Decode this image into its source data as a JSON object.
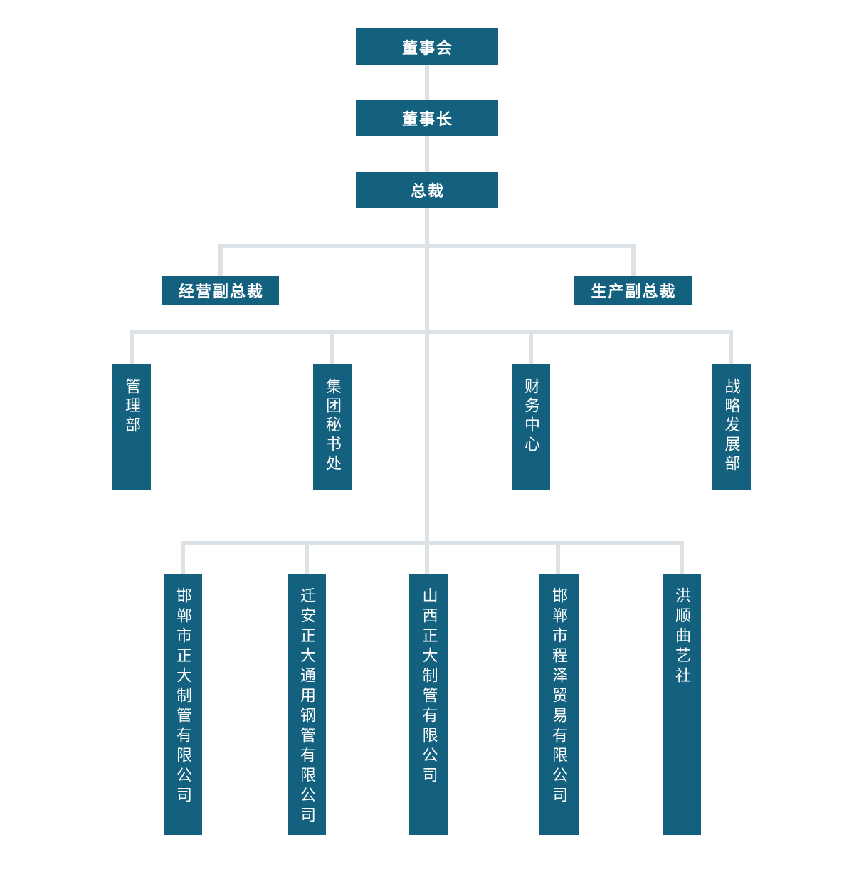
{
  "colors": {
    "node_fill": "#14617f",
    "node_text": "#ffffff",
    "connector": "#dde2e6",
    "background": "#ffffff"
  },
  "org_chart": {
    "type": "org-tree",
    "board": {
      "label": "董事会"
    },
    "chairman": {
      "label": "董事长"
    },
    "president": {
      "label": "总裁"
    },
    "vice_presidents": [
      {
        "label": "经营副总裁"
      },
      {
        "label": "生产副总裁"
      }
    ],
    "departments": [
      {
        "label": "管理部"
      },
      {
        "label": "集团秘书处"
      },
      {
        "label": "财务中心"
      },
      {
        "label": "战略发展部"
      }
    ],
    "subsidiaries": [
      {
        "label": "邯郸市正大制管有限公司"
      },
      {
        "label": "迁安正大通用钢管有限公司"
      },
      {
        "label": "山西正大制管有限公司"
      },
      {
        "label": "邯郸市程泽贸易有限公司"
      },
      {
        "label": "洪顺曲艺社"
      }
    ]
  }
}
